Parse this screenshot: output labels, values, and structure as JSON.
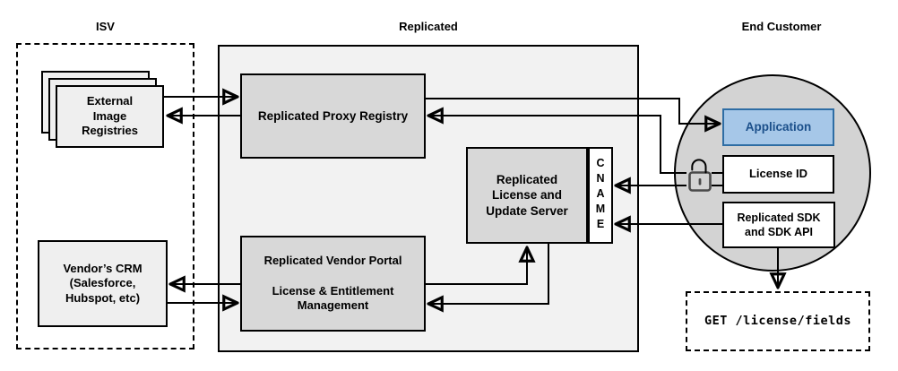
{
  "titles": {
    "isv": "ISV",
    "replicated": "Replicated",
    "end_customer": "End Customer"
  },
  "nodes": {
    "external_registries": {
      "label": "External\nImage\nRegistries"
    },
    "vendors_crm": {
      "label": "Vendor’s CRM\n(Salesforce,\nHubspot, etc)"
    },
    "proxy_registry": {
      "label": "Replicated Proxy Registry"
    },
    "license_update_server": {
      "label": "Replicated\nLicense and\nUpdate Server"
    },
    "cname": {
      "label": "CNAME"
    },
    "vendor_portal": {
      "label": "Replicated Vendor Portal\n\nLicense & Entitlement\nManagement"
    },
    "application": {
      "label": "Application"
    },
    "license_id": {
      "label": "License ID"
    },
    "replicated_sdk": {
      "label": "Replicated SDK\nand SDK API"
    },
    "get_license_fields": {
      "label": "GET /license/fields"
    }
  },
  "icons": {
    "lock": "unlocked-padlock"
  },
  "colors": {
    "container_fill": "#f2f2f2",
    "gray_box_fill": "#d8d8d8",
    "light_box_fill": "#efefef",
    "circle_fill": "#d3d3d3",
    "application_fill": "#a6c7e8",
    "application_border": "#2e6da4",
    "application_text": "#1b4f8a",
    "line_color": "#000000",
    "lock_color": "#4a4a4a"
  }
}
